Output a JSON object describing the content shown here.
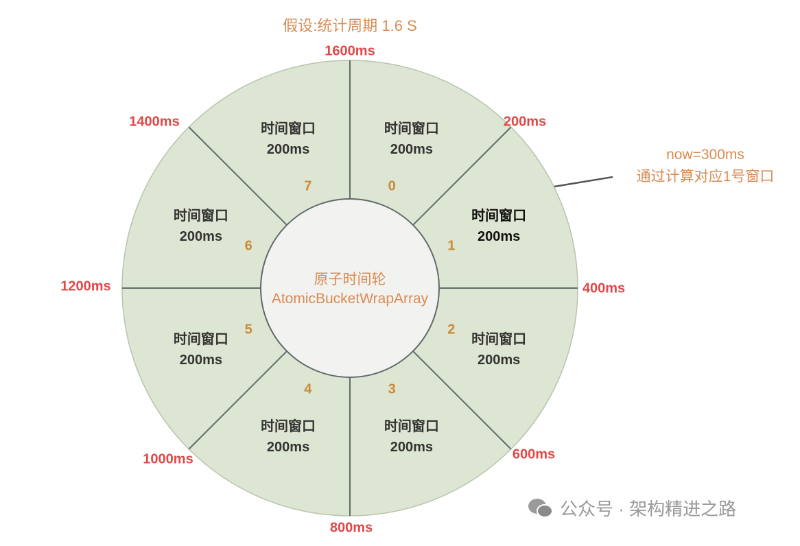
{
  "title": "假设:统计周期 1.6 S",
  "ticks": [
    "1600ms",
    "200ms",
    "400ms",
    "600ms",
    "800ms",
    "1000ms",
    "1200ms",
    "1400ms"
  ],
  "segments": [
    {
      "index": "0",
      "label": "时间窗口",
      "duration": "200ms"
    },
    {
      "index": "1",
      "label": "时间窗口",
      "duration": "200ms"
    },
    {
      "index": "2",
      "label": "时间窗口",
      "duration": "200ms"
    },
    {
      "index": "3",
      "label": "时间窗口",
      "duration": "200ms"
    },
    {
      "index": "4",
      "label": "时间窗口",
      "duration": "200ms"
    },
    {
      "index": "5",
      "label": "时间窗口",
      "duration": "200ms"
    },
    {
      "index": "6",
      "label": "时间窗口",
      "duration": "200ms"
    },
    {
      "index": "7",
      "label": "时间窗口",
      "duration": "200ms"
    }
  ],
  "center": {
    "title": "原子时间轮",
    "subtitle": "AtomicBucketWrapArray"
  },
  "note": {
    "line1": "now=300ms",
    "line2": "通过计算对应1号窗口"
  },
  "watermark": "公众号 · 架构精进之路",
  "colors": {
    "ring": "#dde6d3",
    "inner": "#f2f2f0",
    "stroke": "#5f6b6b",
    "tick": "#e04848",
    "accent": "#d98b52"
  }
}
